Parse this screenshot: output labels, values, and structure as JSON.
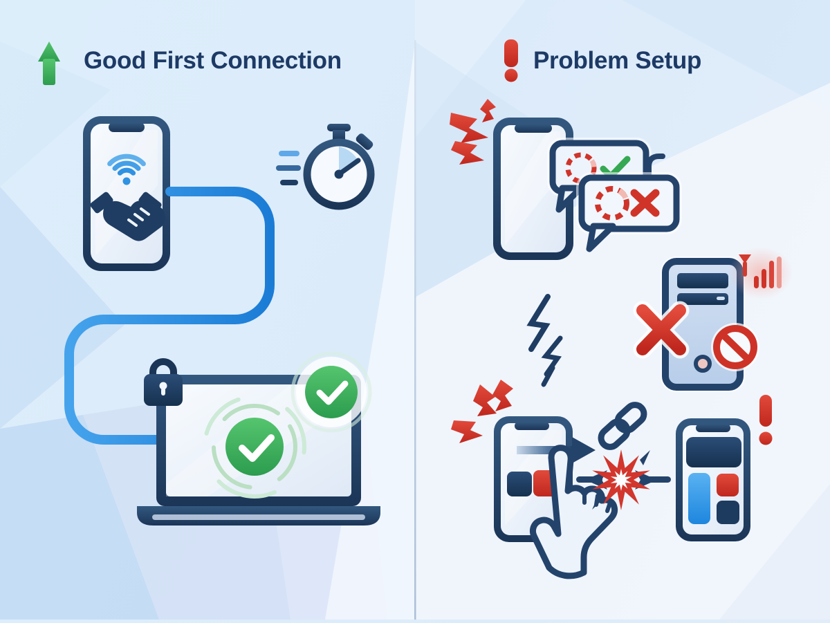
{
  "infographic": {
    "type": "comparison-illustration",
    "left_panel": {
      "title": "Good First Connection",
      "badge_icon": "up-arrow-icon",
      "badge_color": "#2fa14f",
      "elements": [
        {
          "name": "smartphone-pairing",
          "icons": [
            "wifi-icon",
            "handshake-icon"
          ]
        },
        {
          "name": "fast-setup",
          "icons": [
            "stopwatch-icon",
            "speed-lines-icon"
          ]
        },
        {
          "name": "connection-cable",
          "color": "#2a8ae0"
        },
        {
          "name": "secured-laptop",
          "icons": [
            "padlock-icon",
            "check-circle-icon"
          ]
        },
        {
          "name": "success-checks",
          "icons": [
            "check-circle-icon",
            "check-circle-icon"
          ]
        }
      ]
    },
    "right_panel": {
      "title": "Problem Setup",
      "badge_icon": "exclamation-icon",
      "badge_color": "#cf3429",
      "elements": [
        {
          "name": "smartphone-error-messages",
          "icons": [
            "zap-icon",
            "chat-bubble-icon",
            "dashed-spinner-icon",
            "check-icon",
            "x-icon"
          ]
        },
        {
          "name": "broken-signal",
          "icons": [
            "lightning-bolt-icon"
          ]
        },
        {
          "name": "blocked-pc-tower",
          "icons": [
            "x-icon",
            "no-entry-icon",
            "antenna-signal-icon"
          ]
        },
        {
          "name": "failed-tap-transfer",
          "icons": [
            "zap-icon",
            "tap-hand-icon",
            "arrow-right-icon",
            "chain-link-icon",
            "collision-burst-icon"
          ]
        },
        {
          "name": "phone-widgets-alert",
          "icons": [
            "exclamation-icon"
          ]
        }
      ]
    },
    "colors": {
      "navy": "#24436b",
      "blue": "#2a8ae0",
      "green": "#35a853",
      "red": "#cf3429",
      "title_text": "#1d3a66",
      "background": "#ddeefb"
    }
  }
}
